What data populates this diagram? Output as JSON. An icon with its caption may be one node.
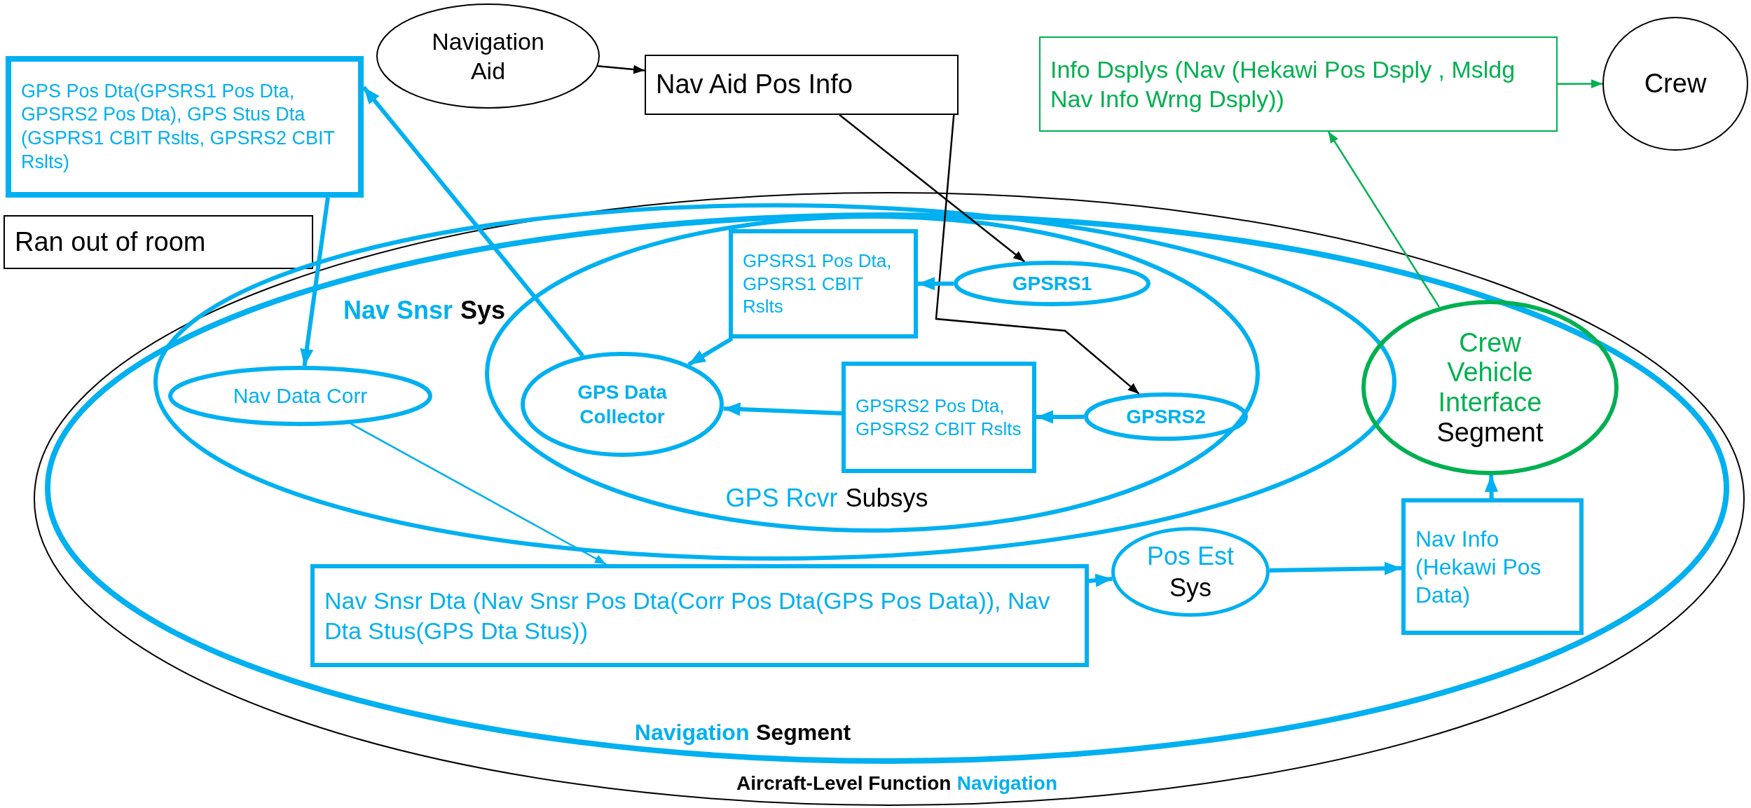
{
  "diagram": {
    "nodes": [
      {
        "text": [
          "GPS Pos Dta(GPSRS1 Pos Dta, GPSRS2 Pos Dta), GPS Stus Dta (GSPRS1 CBIT Rslts, GPSRS2 CBIT Rslts)"
        ]
      },
      {
        "text": [
          "Navigation Aid"
        ]
      },
      {
        "text": [
          "Nav Aid Pos  Info"
        ]
      },
      {
        "text": [
          "Info Dsplys (Nav (Hekawi Pos Dsply , Msldg Nav Info Wrng  Dsply))"
        ]
      },
      {
        "text": [
          "Crew"
        ]
      },
      {
        "text": [
          "Ran out of room"
        ]
      },
      {
        "text": [
          "Aircraft-Level Function",
          "Navigation"
        ]
      },
      {
        "text": [
          "Navigation",
          "Segment"
        ],
        "in": 6
      },
      {
        "text": [
          "Nav Snsr",
          "Sys"
        ],
        "in": 7
      },
      {
        "text": [
          "Nav  Data Corr"
        ],
        "in": 8
      },
      {
        "text": [
          "GPS Rcvr",
          "Subsys"
        ],
        "in": 8
      },
      {
        "text": [
          "GPSRS1 Pos Dta, GPSRS1 CBIT Rslts"
        ],
        "in": 10
      },
      {
        "text": [
          "GPSRS1"
        ],
        "in": 10
      },
      {
        "text": [
          "GPS Data Collector"
        ],
        "in": 10
      },
      {
        "text": [
          "GPSRS2 Pos Dta, GPSRS2 CBIT Rslts"
        ],
        "in": 10
      },
      {
        "text": [
          "GPSRS2"
        ],
        "in": 10
      },
      {
        "text": [
          "Crew Vehicle Interface",
          "Segment"
        ],
        "in": 7
      },
      {
        "text": [
          "Nav Snsr Dta (Nav Snsr Pos Dta(Corr Pos Dta(GPS Pos Data)), Nav Dta Stus(GPS Dta Stus))"
        ],
        "in": 7
      },
      {
        "text": [
          "Pos Est",
          "Sys"
        ],
        "in": 7
      },
      {
        "text": [
          "Nav Info (Hekawi Pos Data)"
        ],
        "in": 7
      }
    ],
    "edges": [
      {
        "from": 1,
        "to": 2,
        "arrow": "to",
        "color": "#000000"
      },
      {
        "from": 2,
        "to": 12,
        "arrow": "to",
        "color": "#000000"
      },
      {
        "from": 2,
        "to": 15,
        "arrow": "to",
        "color": "#000000"
      },
      {
        "from": 12,
        "to": 11,
        "arrow": "to"
      },
      {
        "from": 15,
        "to": 14,
        "arrow": "to"
      },
      {
        "from": 11,
        "to": 13,
        "arrow": "to"
      },
      {
        "from": 14,
        "to": 13,
        "arrow": "to"
      },
      {
        "from": 13,
        "to": 0,
        "arrow": "to"
      },
      {
        "from": 0,
        "to": 9,
        "arrow": "to"
      },
      {
        "from": 9,
        "to": 17,
        "arrow": "to"
      },
      {
        "from": 17,
        "to": 18,
        "arrow": "to"
      },
      {
        "from": 18,
        "to": 19,
        "arrow": "to"
      },
      {
        "from": 19,
        "to": 16,
        "arrow": "to"
      },
      {
        "from": 16,
        "to": 3,
        "arrow": "to",
        "color": "#00b050"
      },
      {
        "from": 3,
        "to": 4,
        "arrow": "to",
        "color": "#00b050"
      }
    ]
  }
}
